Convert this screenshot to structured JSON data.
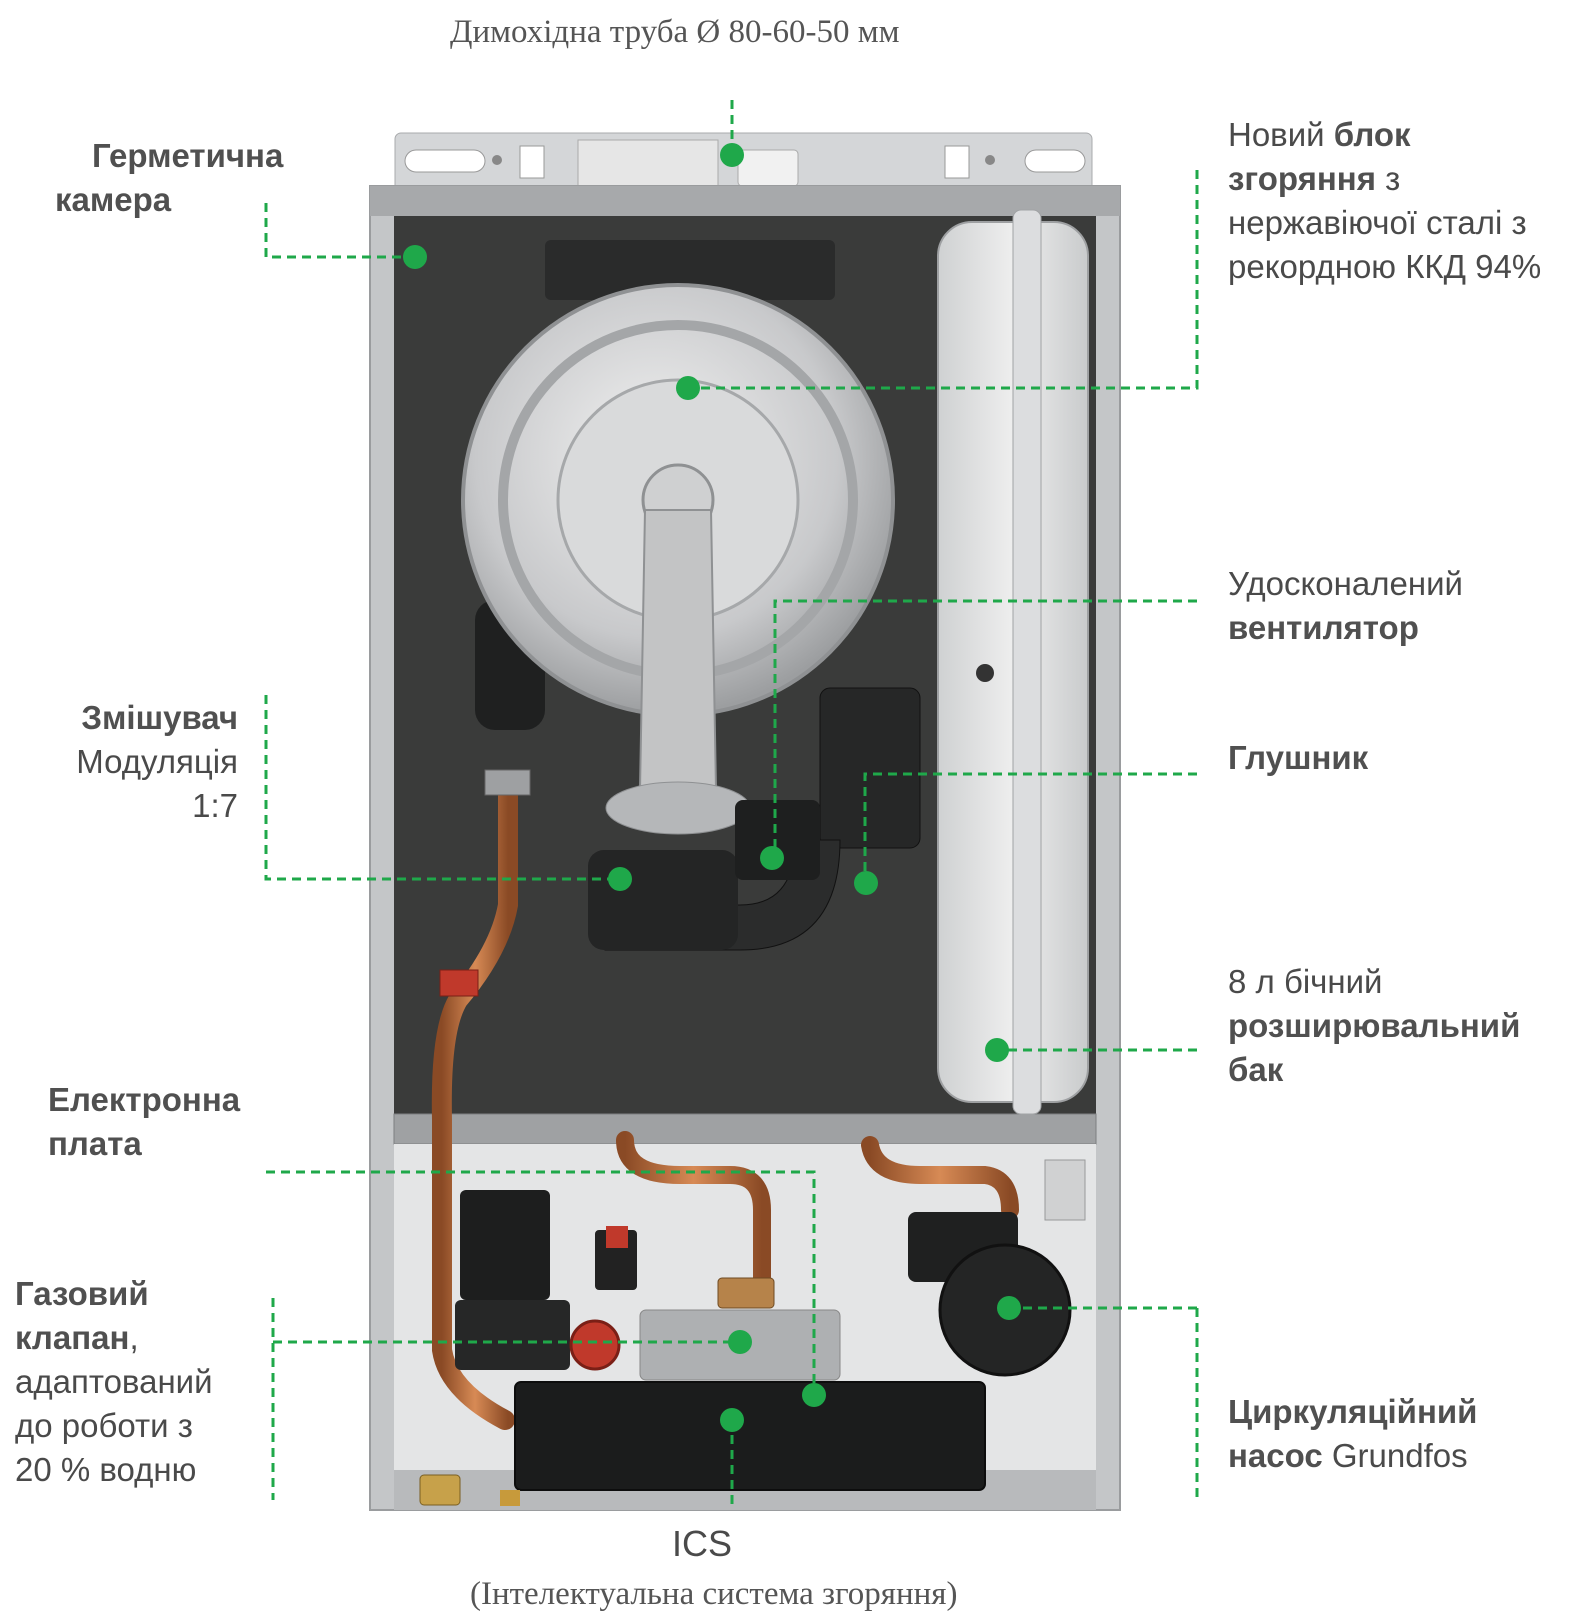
{
  "labels": {
    "flue": {
      "text": "Димохідна труба Ø 80-60-50 мм"
    },
    "chamber": {
      "line1": "Герметична",
      "line2": "камера"
    },
    "block": {
      "l1a": "Новий ",
      "l1b": "блок",
      "l2a": "згоряння",
      "l2b": " з",
      "l3": "нержавіючої сталі з",
      "l4": "рекордною ККД 94%"
    },
    "fan": {
      "l1": "Удосконалений",
      "l2": "вентилятор"
    },
    "silencer": {
      "text": "Глушник"
    },
    "mixer": {
      "l1": "Змішувач",
      "l2": "Модуляція",
      "l3": "1:7"
    },
    "tank": {
      "l1": "8 л бічний",
      "l2": "розширювальний",
      "l3": "бак"
    },
    "board": {
      "l1": "Електронна",
      "l2": "плата"
    },
    "gasvalve": {
      "l1": "Газовий",
      "l2a": "клапан",
      "l2b": ",",
      "l3": "адаптований",
      "l4": "до роботи з",
      "l5": "20 % водню"
    },
    "pump": {
      "l1": "Циркуляційний",
      "l2a": "насос",
      "l2b": " Grundfos"
    },
    "ics": {
      "l1": "ICS",
      "l2": "(Інтелектуальна система згоряння)"
    }
  },
  "colors": {
    "accent": "#1fa84a",
    "text": "#4a4a4a",
    "frame": "#bfc1c3",
    "interior": "#3a3b3a",
    "copper": "#b5673a"
  }
}
